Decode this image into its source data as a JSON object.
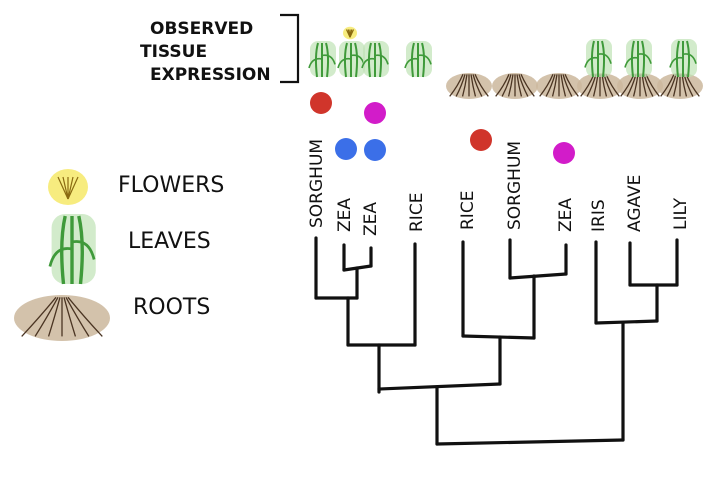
{
  "header": {
    "line1": "OBSERVED",
    "line2": "TISSUE",
    "line3": "EXPRESSION"
  },
  "legend": {
    "flowers": "FLOWERS",
    "leaves": "LEAVES",
    "roots": "ROOTS"
  },
  "taxa": [
    {
      "label": "SORGHUM",
      "marker": "#d0352b"
    },
    {
      "label": "ZEA",
      "marker": "#3b6fe8"
    },
    {
      "label": "ZEA",
      "marker": "#3b6fe8"
    },
    {
      "label": "RICE",
      "marker": ""
    },
    {
      "label": "RICE",
      "marker": "#d0352b"
    },
    {
      "label": "SORGHUM",
      "marker": ""
    },
    {
      "label": "ZEA",
      "marker": "#d21cc9"
    },
    {
      "label": "IRIS",
      "marker": ""
    },
    {
      "label": "AGAVE",
      "marker": ""
    },
    {
      "label": "LILY",
      "marker": ""
    }
  ],
  "extra_marker": {
    "color": "#d21cc9"
  },
  "colors": {
    "red": "#d0352b",
    "blue": "#3b6fe8",
    "magenta": "#d21cc9",
    "leaf": "#3f9a3a",
    "leaf_bg": "#bfe3b5",
    "flower": "#f1df2a",
    "soil": "#cbb79c"
  }
}
